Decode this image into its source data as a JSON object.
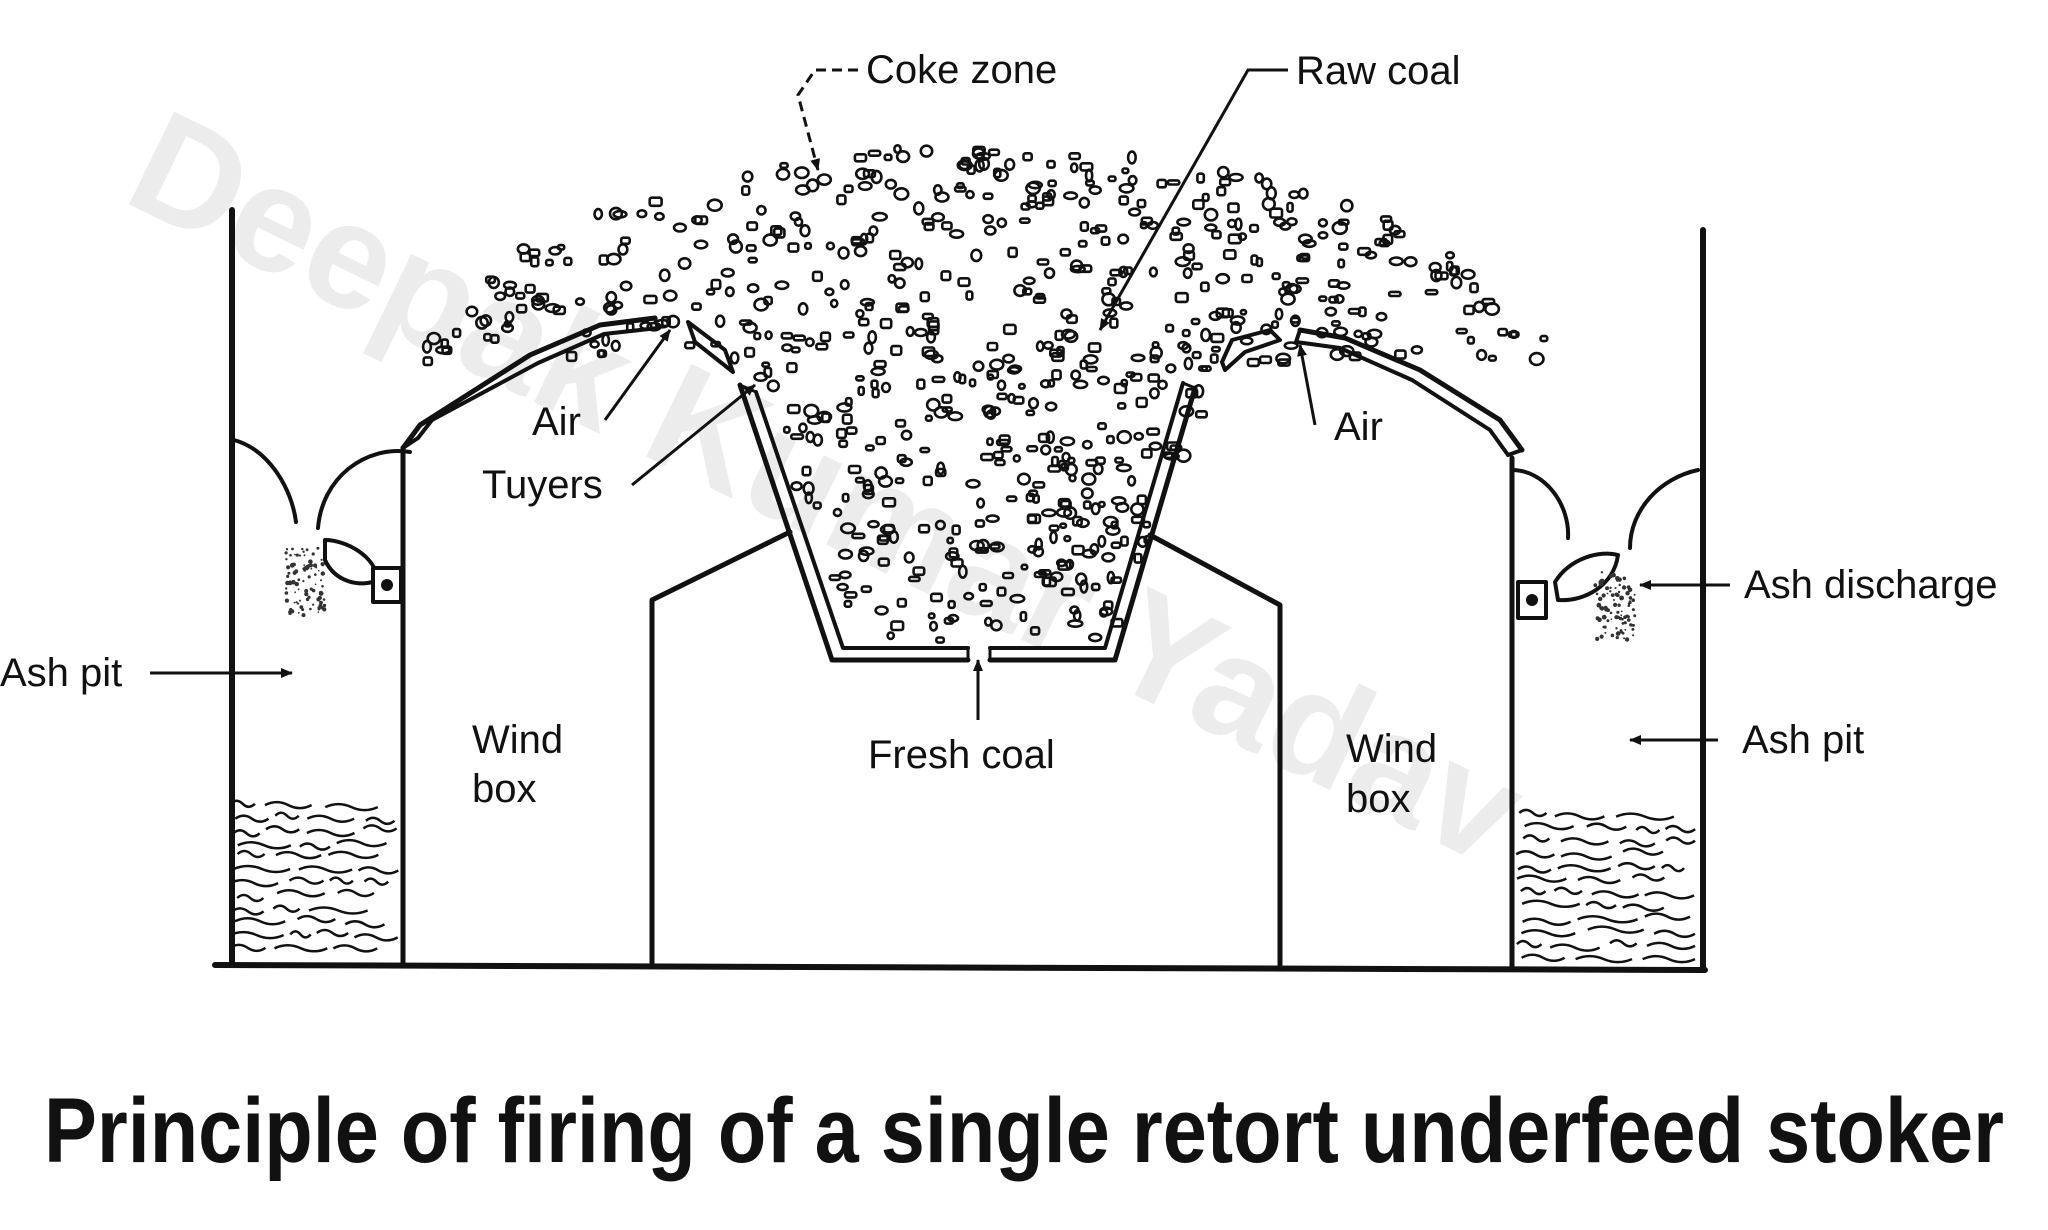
{
  "watermark": "Deepak Kumar Yadav",
  "labels": {
    "coke_zone": "Coke zone",
    "raw_coal": "Raw coal",
    "air_left": "Air",
    "tuyers": "Tuyers",
    "air_right": "Air",
    "ash_discharge": "Ash discharge",
    "ash_pit_left": "Ash pit",
    "ash_pit_right": "Ash pit",
    "wind_box_left_1": "Wind",
    "wind_box_left_2": "box",
    "wind_box_right_1": "Wind",
    "wind_box_right_2": "box",
    "fresh_coal": "Fresh coal"
  },
  "title": "Principle of firing of a single retort underfeed stoker"
}
